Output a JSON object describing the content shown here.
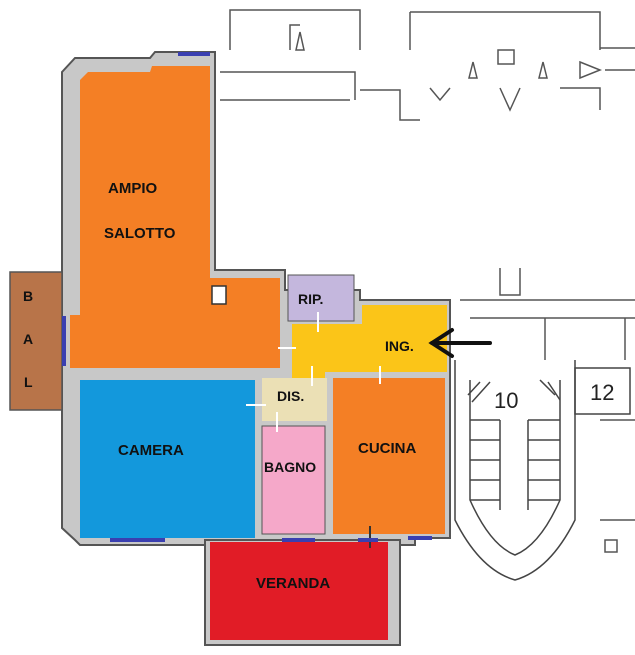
{
  "rooms": {
    "salotto": {
      "line1": "AMPIO",
      "line2": "SALOTTO",
      "color": "#F47F25"
    },
    "balcone": {
      "letters": [
        "B",
        "A",
        "L"
      ],
      "color": "#B87449"
    },
    "ripostiglio": {
      "label": "RIP.",
      "color": "#C4B7DD"
    },
    "ingresso": {
      "label": "ING.",
      "color": "#FBC518"
    },
    "disimpegno": {
      "label": "DIS.",
      "color": "#EBE0B5"
    },
    "camera": {
      "label": "CAMERA",
      "color": "#1398DC"
    },
    "bagno": {
      "label": "BAGNO",
      "color": "#F5A8C9"
    },
    "cucina": {
      "label": "CUCINA",
      "color": "#F47F25"
    },
    "veranda": {
      "label": "VERANDA",
      "color": "#E11C26"
    }
  },
  "stairs": {
    "landing_number": "10",
    "adjacent_number": "12"
  },
  "colors": {
    "wall": "#C8C8C8",
    "wall_edge": "#555555",
    "window": "#3A3FB0",
    "arrow": "#111111"
  }
}
